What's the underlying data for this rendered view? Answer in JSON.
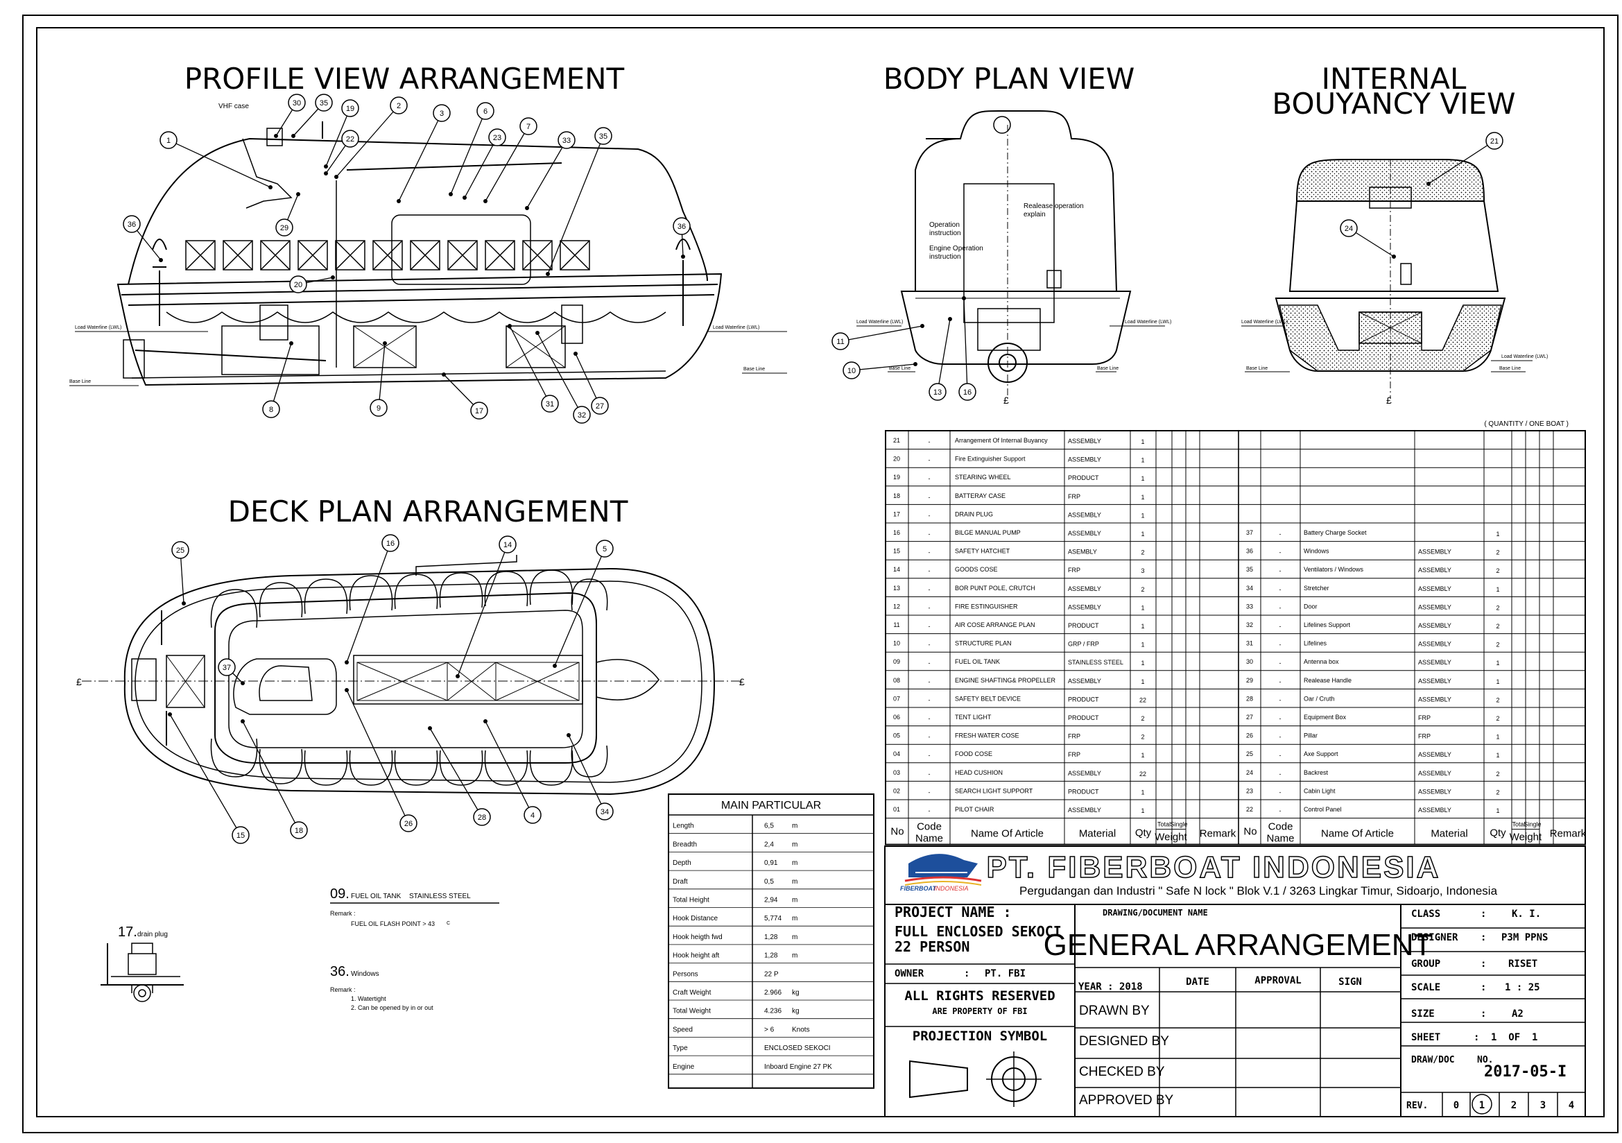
{
  "titles": {
    "profile": "PROFILE VIEW ARRANGEMENT",
    "body_plan": "BODY PLAN VIEW",
    "internal_1": "INTERNAL",
    "internal_2": "BOUYANCY VIEW",
    "deck": "DECK PLAN ARRANGEMENT"
  },
  "profile_labels": {
    "vhf": "VHF case",
    "lwl_left": "Load Waterline (LWL)",
    "lwl_right": "Load Waterline (LWL)",
    "base": "Base Line"
  },
  "profile_balloons": [
    "1",
    "30",
    "35",
    "19",
    "2",
    "3",
    "6",
    "23",
    "7",
    "33",
    "35",
    "22",
    "29",
    "36",
    "20",
    "36",
    "8",
    "9",
    "17",
    "31",
    "32",
    "27"
  ],
  "body_labels": {
    "release": "Realease operation explain",
    "release_1": "Realease operation",
    "release_2": "explain",
    "op_1": "Operation",
    "op_2": "instruction",
    "eng_1": "Engine Operation",
    "eng_2": "instruction",
    "lwl": "Load Waterline (LWL)",
    "base": "Base Line",
    "cl": "£"
  },
  "body_balloons": [
    "11",
    "10",
    "13",
    "16"
  ],
  "internal_balloons": [
    "21",
    "24"
  ],
  "deck_balloons": [
    "25",
    "16",
    "14",
    "5",
    "37",
    "15",
    "18",
    "26",
    "28",
    "4",
    "34"
  ],
  "quantity_note": "( QUANTITY / ONE BOAT )",
  "parts_header": {
    "no": "No",
    "code_1": "Code",
    "code_2": "Name",
    "name": "Name Of Article",
    "material": "Material",
    "qty": "Qty",
    "total": "Total",
    "single": "Single",
    "weight": "Weight",
    "remark": "Remark"
  },
  "parts_left": [
    {
      "no": "21",
      "code": "-",
      "name": "Arrangement Of Internal Buyancy",
      "mat": "ASSEMBLY",
      "qty": "1"
    },
    {
      "no": "20",
      "code": "-",
      "name": "Fire Extinguisher Support",
      "mat": "ASSEMBLY",
      "qty": "1"
    },
    {
      "no": "19",
      "code": "-",
      "name": "STEARING WHEEL",
      "mat": "PRODUCT",
      "qty": "1"
    },
    {
      "no": "18",
      "code": "-",
      "name": "BATTERAY CASE",
      "mat": "FRP",
      "qty": "1"
    },
    {
      "no": "17",
      "code": "-",
      "name": "DRAIN PLUG",
      "mat": "ASSEMBLY",
      "qty": "1"
    },
    {
      "no": "16",
      "code": "-",
      "name": "BILGE MANUAL PUMP",
      "mat": "ASSEMBLY",
      "qty": "1"
    },
    {
      "no": "15",
      "code": "-",
      "name": "SAFETY HATCHET",
      "mat": "ASEMBLY",
      "qty": "2"
    },
    {
      "no": "14",
      "code": "-",
      "name": "GOODS COSE",
      "mat": "FRP",
      "qty": "3"
    },
    {
      "no": "13",
      "code": "-",
      "name": "BOR PUNT POLE, CRUTCH",
      "mat": "ASSEMBLY",
      "qty": "2"
    },
    {
      "no": "12",
      "code": "-",
      "name": "FIRE ESTINGUISHER",
      "mat": "ASSEMBLY",
      "qty": "1"
    },
    {
      "no": "11",
      "code": "-",
      "name": "AIR COSE ARRANGE PLAN",
      "mat": "PRODUCT",
      "qty": "1"
    },
    {
      "no": "10",
      "code": "-",
      "name": "STRUCTURE PLAN",
      "mat": "GRP / FRP",
      "qty": "1"
    },
    {
      "no": "09",
      "code": "-",
      "name": "FUEL OIL TANK",
      "mat": "STAINLESS STEEL",
      "qty": "1"
    },
    {
      "no": "08",
      "code": "-",
      "name": "ENGINE SHAFTING& PROPELLER",
      "mat": "ASSEMBLY",
      "qty": "1"
    },
    {
      "no": "07",
      "code": "-",
      "name": "SAFETY BELT DEVICE",
      "mat": "PRODUCT",
      "qty": "22"
    },
    {
      "no": "06",
      "code": "-",
      "name": "TENT LIGHT",
      "mat": "PRODUCT",
      "qty": "2"
    },
    {
      "no": "05",
      "code": "-",
      "name": "FRESH WATER COSE",
      "mat": "FRP",
      "qty": "2"
    },
    {
      "no": "04",
      "code": "-",
      "name": "FOOD COSE",
      "mat": "FRP",
      "qty": "1"
    },
    {
      "no": "03",
      "code": "-",
      "name": "HEAD CUSHION",
      "mat": "ASSEMBLY",
      "qty": "22"
    },
    {
      "no": "02",
      "code": "-",
      "name": "SEARCH LIGHT SUPPORT",
      "mat": "PRODUCT",
      "qty": "1"
    },
    {
      "no": "01",
      "code": "-",
      "name": "PILOT CHAIR",
      "mat": "ASSEMBLY",
      "qty": "1"
    }
  ],
  "parts_right": [
    {
      "no": "37",
      "code": "-",
      "name": "Battery Charge Socket",
      "mat": "",
      "qty": "1"
    },
    {
      "no": "36",
      "code": "-",
      "name": "Windows",
      "mat": "ASSEMBLY",
      "qty": "2"
    },
    {
      "no": "35",
      "code": "-",
      "name": "Ventilators / Windows",
      "mat": "ASSEMBLY",
      "qty": "2"
    },
    {
      "no": "34",
      "code": "-",
      "name": "Stretcher",
      "mat": "ASSEMBLY",
      "qty": "1"
    },
    {
      "no": "33",
      "code": "-",
      "name": "Door",
      "mat": "ASSEMBLY",
      "qty": "2"
    },
    {
      "no": "32",
      "code": "-",
      "name": "Lifelines Support",
      "mat": "ASSEMBLY",
      "qty": "2"
    },
    {
      "no": "31",
      "code": "-",
      "name": "Lifelines",
      "mat": "ASSEMBLY",
      "qty": "2"
    },
    {
      "no": "30",
      "code": "-",
      "name": "Antenna box",
      "mat": "ASSEMBLY",
      "qty": "1"
    },
    {
      "no": "29",
      "code": "-",
      "name": "Realease Handle",
      "mat": "ASSEMBLY",
      "qty": "1"
    },
    {
      "no": "28",
      "code": "-",
      "name": "Oar / Cruth",
      "mat": "ASSEMBLY",
      "qty": "2"
    },
    {
      "no": "27",
      "code": "-",
      "name": "Equipment Box",
      "mat": "FRP",
      "qty": "2"
    },
    {
      "no": "26",
      "code": "-",
      "name": "Pillar",
      "mat": "FRP",
      "qty": "1"
    },
    {
      "no": "25",
      "code": "-",
      "name": "Axe Support",
      "mat": "ASSEMBLY",
      "qty": "1"
    },
    {
      "no": "24",
      "code": "-",
      "name": "Backrest",
      "mat": "ASSEMBLY",
      "qty": "2"
    },
    {
      "no": "23",
      "code": "-",
      "name": "Cabin Light",
      "mat": "ASSEMBLY",
      "qty": "2"
    },
    {
      "no": "22",
      "code": "-",
      "name": "Control Panel",
      "mat": "ASSEMBLY",
      "qty": "1"
    }
  ],
  "main_particular": {
    "title": "MAIN PARTICULAR",
    "rows": [
      {
        "k": "Length",
        "v": "6,5",
        "u": "m"
      },
      {
        "k": "Breadth",
        "v": "2,4",
        "u": "m"
      },
      {
        "k": "Depth",
        "v": "0,91",
        "u": "m"
      },
      {
        "k": "Draft",
        "v": "0,5",
        "u": "m"
      },
      {
        "k": "Total Height",
        "v": "2,94",
        "u": "m"
      },
      {
        "k": "Hook Distance",
        "v": "5,774",
        "u": "m"
      },
      {
        "k": "Hook heigth fwd",
        "v": "1,28",
        "u": "m"
      },
      {
        "k": "Hook height aft",
        "v": "1,28",
        "u": "m"
      },
      {
        "k": "Persons",
        "v": "22 P",
        "u": ""
      },
      {
        "k": "Craft Weight",
        "v": "2.966",
        "u": "kg"
      },
      {
        "k": "Total Weight",
        "v": "4.236",
        "u": "kg"
      },
      {
        "k": "Speed",
        "v": "> 6",
        "u": "Knots"
      },
      {
        "k": "Type",
        "v": "ENCLOSED SEKOCI",
        "u": ""
      },
      {
        "k": "Engine",
        "v": "Inboard Engine 27 PK",
        "u": ""
      }
    ]
  },
  "notes": {
    "n09_num": "09.",
    "n09_title": "FUEL OIL TANK",
    "n09_mat": "STAINLESS STEEL",
    "n09_remark": "Remark :",
    "n09_text": "FUEL OIL FLASH POINT > 43",
    "n09_deg": "C",
    "n36_num": "36.",
    "n36_title": "Windows",
    "n36_remark": "Remark :",
    "n36_l1": "1. Watertight",
    "n36_l2": "2. Can be opened by in or out",
    "n17_num": "17.",
    "n17_title": "drain plug"
  },
  "company": {
    "name": "PT. FIBERBOAT INDONESIA",
    "address": "Pergudangan dan Industri \" Safe N lock \" Blok V.1 / 3263 Lingkar Timur, Sidoarjo, Indonesia",
    "logo_1": "FIBERBOAT",
    "logo_2": "INDONESIA"
  },
  "title_block": {
    "project_label": "PROJECT NAME :",
    "project_1": "FULL ENCLOSED SEKOCI",
    "project_2": "22 PERSON",
    "owner_label": "OWNER",
    "owner_sep": ":",
    "owner": "PT. FBI",
    "rights_1": "ALL RIGHTS RESERVED",
    "rights_2": "ARE PROPERTY OF FBI",
    "projection": "PROJECTION SYMBOL",
    "drawing_label": "DRAWING/DOCUMENT NAME",
    "drawing_name": "GENERAL ARRANGEMENT",
    "year": "YEAR : 2018",
    "date": "DATE",
    "approval": "APPROVAL",
    "sign": "SIGN",
    "drawn": "DRAWN BY",
    "designed": "DESIGNED BY",
    "checked": "CHECKED BY",
    "approved": "APPROVED BY",
    "sep": ":",
    "class_label": "CLASS",
    "class_val": "K. I.",
    "designer_label": "DESIGNER",
    "designer_val": "P3M PPNS",
    "group_label": "GROUP",
    "group_val": "RISET",
    "scale_label": "SCALE",
    "scale_val": "1 : 25",
    "size_label": "SIZE",
    "size_val": "A2",
    "sheet_label": "SHEET",
    "sheet_val": "1  OF  1",
    "drawdoc_label": "DRAW/DOC",
    "drawdoc_no": "NO.",
    "drawdoc_val": "2017-05-I",
    "rev_label": "REV.",
    "revs": [
      "0",
      "1",
      "2",
      "3",
      "4"
    ]
  }
}
